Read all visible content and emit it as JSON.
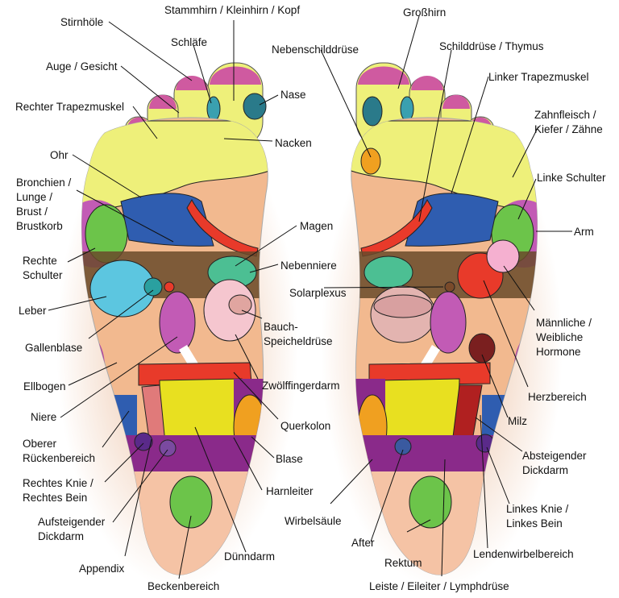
{
  "colors": {
    "skin": "#f2b98f",
    "yellow": "#eef07a",
    "pink_tip": "#cf5aa0",
    "green_band": "#3aa33a",
    "blue": "#2f5db0",
    "red": "#e83a2a",
    "purple": "#8a2a8a",
    "teal_green": "#4cbf93",
    "cyan": "#5cc6e0",
    "orange": "#f0a020",
    "violet": "#c25bb5",
    "dark_red": "#7a1f1f",
    "lime": "#6cc44a",
    "light_pink": "#f5c6cf",
    "brown": "#7a5a3a"
  },
  "labels": {
    "stirnhoele": "Stirnhöle",
    "stammhirn": "Stammhirn / Kleinhirn / Kopf",
    "schlaefe": "Schläfe",
    "auge": "Auge / Gesicht",
    "nase": "Nase",
    "rechter_trapez": "Rechter Trapezmuskel",
    "nacken": "Nacken",
    "ohr": "Ohr",
    "bronchien": [
      "Bronchien /",
      "Lunge /",
      "Brust /",
      "Brustkorb"
    ],
    "magen": "Magen",
    "rechte_schulter": [
      "Rechte",
      "Schulter"
    ],
    "nebenniere": "Nebenniere",
    "solarplexus": "Solarplexus",
    "leber": "Leber",
    "bauch": [
      "Bauch-",
      "Speicheldrüse"
    ],
    "gallenblase": "Gallenblase",
    "ellbogen": "Ellbogen",
    "zwoelf": "Zwölffingerdarm",
    "niere": "Niere",
    "querkolon": "Querkolon",
    "oberer": [
      "Oberer",
      "Rückenbereich"
    ],
    "blase": "Blase",
    "rechtes_knie": [
      "Rechtes Knie /",
      "Rechtes Bein"
    ],
    "harnleiter": "Harnleiter",
    "aufsteigender": [
      "Aufsteigender",
      "Dickdarm"
    ],
    "wirbelsaeule": "Wirbelsäule",
    "duenndarm": "Dünndarm",
    "appendix": "Appendix",
    "beckenbereich": "Beckenbereich",
    "grosshirn": "Großhirn",
    "nebenschild": "Nebenschilddrüse",
    "schilddruese": "Schilddrüse / Thymus",
    "linker_trapez": "Linker Trapezmuskel",
    "zahnfleisch": [
      "Zahnfleisch /",
      "Kiefer / Zähne"
    ],
    "linke_schulter": "Linke Schulter",
    "arm": "Arm",
    "maennliche": [
      "Männliche /",
      "Weibliche",
      "Hormone"
    ],
    "herzbereich": "Herzbereich",
    "milz": "Milz",
    "absteigender": [
      "Absteigender",
      "Dickdarm"
    ],
    "linkes_knie": [
      "Linkes Knie /",
      "Linkes Bein"
    ],
    "after": "After",
    "lendenwirbel": "Lendenwirbelbereich",
    "rektum": "Rektum",
    "leiste": "Leiste / Eileiter / Lymphdrüse"
  }
}
